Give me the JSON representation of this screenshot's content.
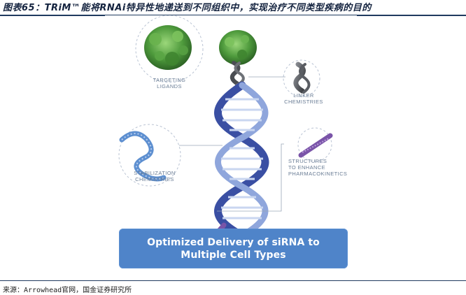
{
  "header": {
    "title": "图表65：TRiM™能将RNAi特异性地递送到不同组织中，实现治疗不同类型疾病的目的"
  },
  "diagram": {
    "labels": {
      "targeting_ligands": [
        "TARGETING",
        "LIGANDS"
      ],
      "linker_chemistries": [
        "LINKER",
        "CHEMISTRIES"
      ],
      "stabilization_chemistries": [
        "STABILIZATION",
        "CHEMISTRIES"
      ],
      "structures_pk": [
        "STRUCTURES",
        "TO ENHANCE",
        "PHARMACOKINETICS"
      ]
    },
    "colors": {
      "helix_dark": "#3a4fa3",
      "helix_light": "#8fa6dc",
      "ligand_green": "#4e9a3c",
      "linker_gray": "#5a5d63",
      "stabilization_blue": "#5d8fd0",
      "pk_purple": "#7a54a8",
      "banner_blue": "#4f84c9"
    },
    "banner": {
      "line1": "Optimized Delivery of siRNA to",
      "line2": "Multiple Cell Types"
    }
  },
  "footer": {
    "source": "来源：Arrowhead官网，国金证券研究所"
  }
}
